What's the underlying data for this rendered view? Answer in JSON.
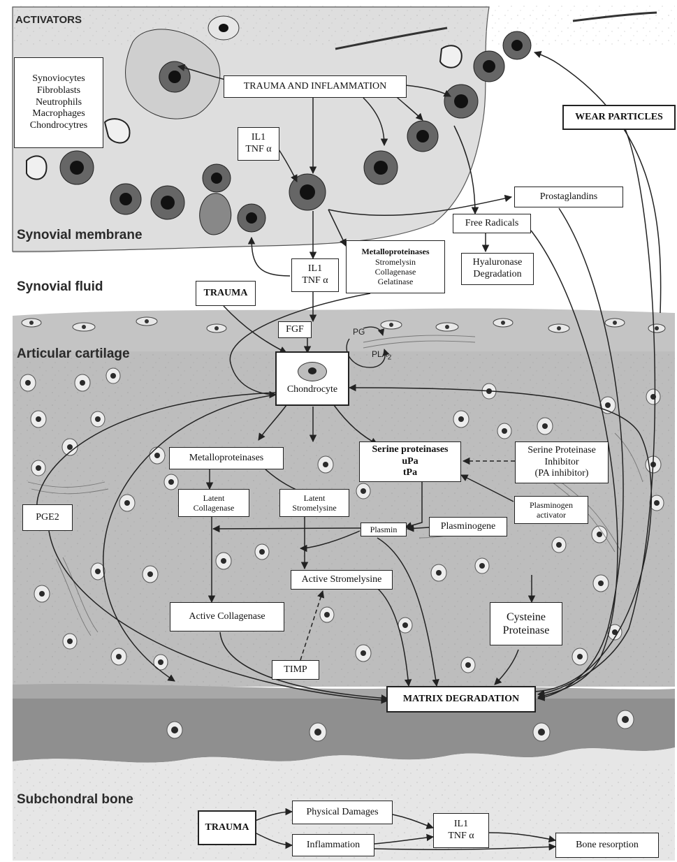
{
  "regions": {
    "activators": "ACTIVATORS",
    "synovial_membrane": "Synovial membrane",
    "synovial_fluid": "Synovial fluid",
    "articular_cartilage": "Articular cartilage",
    "subchondral_bone": "Subchondral bone"
  },
  "nodes": {
    "cells_list": [
      "Synoviocytes",
      "Fibroblasts",
      "Neutrophils",
      "Macrophages",
      "Chondrocytres"
    ],
    "trauma_inflammation": "TRAUMA AND INFLAMMATION",
    "wear_particles": "WEAR PARTICLES",
    "il1_tnf_top": [
      "IL1",
      "TNF α"
    ],
    "prostaglandins": "Prostaglandins",
    "free_radicals": "Free Radicals",
    "metalloproteinases_top": [
      "Metalloproteinases",
      "Stromelysin",
      "Collagenase",
      "Gelatinase"
    ],
    "hyaluronase": [
      "Hyaluronase",
      "Degradation"
    ],
    "il1_tnf_mid": [
      "IL1",
      "TNF α"
    ],
    "trauma_top": "TRAUMA",
    "fgf": "FGF",
    "pg": "PG",
    "pla2": "PLA",
    "pla2_sub": "2",
    "chondrocyte": "Chondrocyte",
    "metalloproteinases_mid": "Metalloproteinases",
    "serine_proteinases": [
      "Serine proteinases",
      "uPa",
      "tPa"
    ],
    "serine_inhibitor": [
      "Serine Proteinase",
      "Inhibitor",
      "(PA inhibitor)"
    ],
    "latent_collagenase": [
      "Latent",
      "Collagenase"
    ],
    "latent_stromelysine": [
      "Latent",
      "Stromelysine"
    ],
    "plasminogen_activator": [
      "Plasminogen",
      "activator"
    ],
    "pge2": "PGE2",
    "plasmin": "Plasmin",
    "plasminogene": "Plasminogene",
    "active_stromelysine": "Active Stromelysine",
    "active_collagenase": "Active Collagenase",
    "cysteine": [
      "Cysteine",
      "Proteinase"
    ],
    "timp": "TIMP",
    "matrix_degradation": "MATRIX DEGRADATION",
    "trauma_bottom": "TRAUMA",
    "physical_damages": "Physical Damages",
    "inflammation": "Inflammation",
    "il1_tnf_bottom": [
      "IL1",
      "TNF α"
    ],
    "bone_resorption": "Bone resorption"
  }
}
